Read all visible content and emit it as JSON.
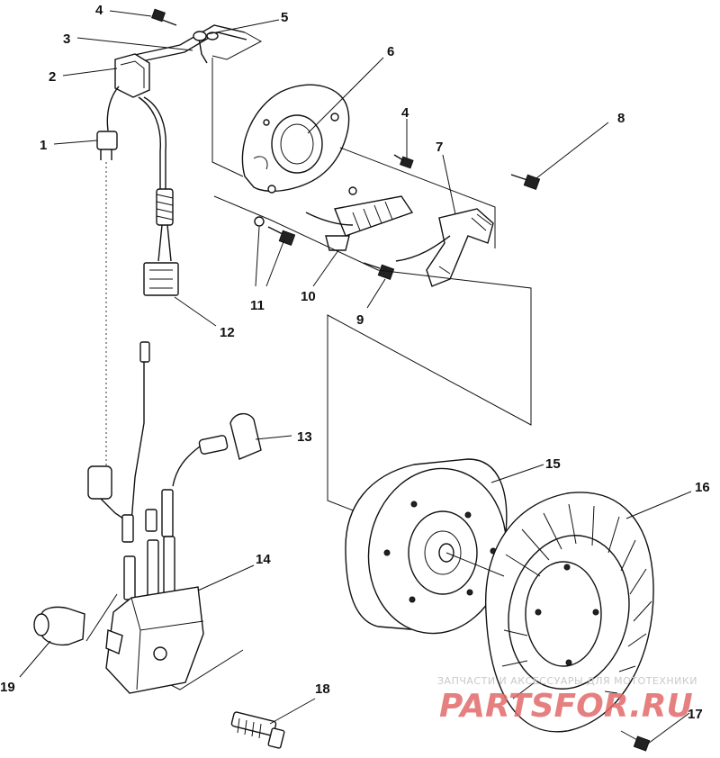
{
  "callouts": [
    {
      "id": "1",
      "label": "1"
    },
    {
      "id": "2",
      "label": "2"
    },
    {
      "id": "3",
      "label": "3"
    },
    {
      "id": "4a",
      "label": "4"
    },
    {
      "id": "4b",
      "label": "4"
    },
    {
      "id": "5",
      "label": "5"
    },
    {
      "id": "6",
      "label": "6"
    },
    {
      "id": "7",
      "label": "7"
    },
    {
      "id": "8",
      "label": "8"
    },
    {
      "id": "9",
      "label": "9"
    },
    {
      "id": "10",
      "label": "10"
    },
    {
      "id": "11",
      "label": "11"
    },
    {
      "id": "12",
      "label": "12"
    },
    {
      "id": "13",
      "label": "13"
    },
    {
      "id": "14",
      "label": "14"
    },
    {
      "id": "15",
      "label": "15"
    },
    {
      "id": "16",
      "label": "16"
    },
    {
      "id": "17",
      "label": "17"
    },
    {
      "id": "18",
      "label": "18"
    },
    {
      "id": "19",
      "label": "19"
    }
  ],
  "watermark": {
    "tagline": "ЗАПЧАСТИ И АКСЕССУАРЫ ДЛЯ МОТОТЕХНИКИ",
    "logo": "PARTSFOR.RU",
    "logo_color": "#e26b6b"
  }
}
